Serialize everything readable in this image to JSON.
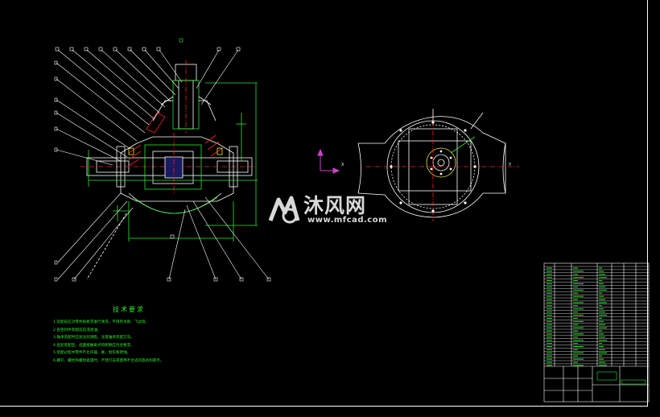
{
  "drawing": {
    "tech_requirements_title": "技术要求",
    "tech_requirements": [
      "1.装配前应对零件按要求进行清洗，不得有毛刺、飞边等。",
      "2.各密封件装配前应浸透油。",
      "3.轴承装配时应加注润滑脂，注意轴承装配方向。",
      "4.齿轮装配后，齿面接触斑点和侧隙应符合要求。",
      "5.装配过程中零件不允许磕、碰、划伤和锈蚀。",
      "6.螺钉、螺栓和螺母紧固时，严禁打击或使用不合适的旋具和扳手。"
    ],
    "ucs_x_label": "X",
    "ucs_y_label": "Y"
  },
  "watermark": {
    "brand_cn": "沐风网",
    "url": "www.mfcad.com"
  },
  "colors": {
    "background": "#000000",
    "line_white": "#ffffff",
    "line_green": "#2ee82e",
    "line_red": "#ff2020",
    "line_yellow": "#e8e830",
    "ucs_magenta": "#d040d0"
  },
  "icons": [
    "ucs-icon",
    "watermark-logo-icon"
  ]
}
